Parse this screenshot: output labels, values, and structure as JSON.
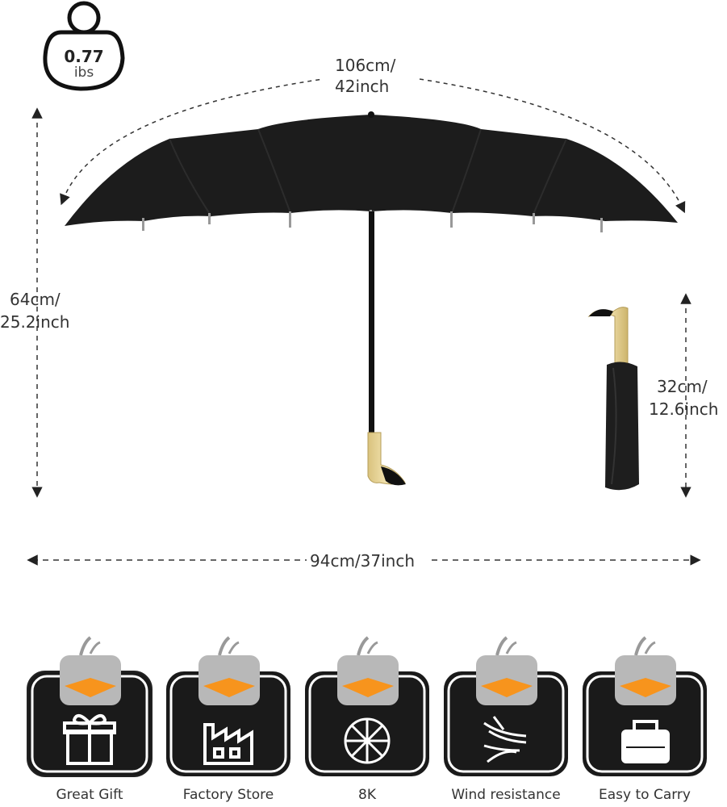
{
  "weight": {
    "value": "0.77",
    "unit": "ibs"
  },
  "dimensions": {
    "open_width_line1": "106cm/",
    "open_width_line2": "42inch",
    "open_height_line1": "64cm/",
    "open_height_line2": "25.2inch",
    "diameter": "94cm/37inch",
    "folded_line1": "32cm/",
    "folded_line2": "12.6inch"
  },
  "features": [
    {
      "label": "Great Gift",
      "icon": "gift-icon"
    },
    {
      "label": "Factory Store",
      "icon": "factory-icon"
    },
    {
      "label": "8K",
      "icon": "umbrella-ribs-icon"
    },
    {
      "label": "Wind resistance",
      "icon": "wind-icon"
    },
    {
      "label": "Easy to Carry",
      "icon": "bag-icon"
    }
  ],
  "colors": {
    "canopy": "#1c1c1c",
    "handle": "#e6d49b",
    "duck_beak": "#f7941d",
    "badge_bg": "#1a1a1a",
    "duck_head": "#b8b8b8"
  }
}
